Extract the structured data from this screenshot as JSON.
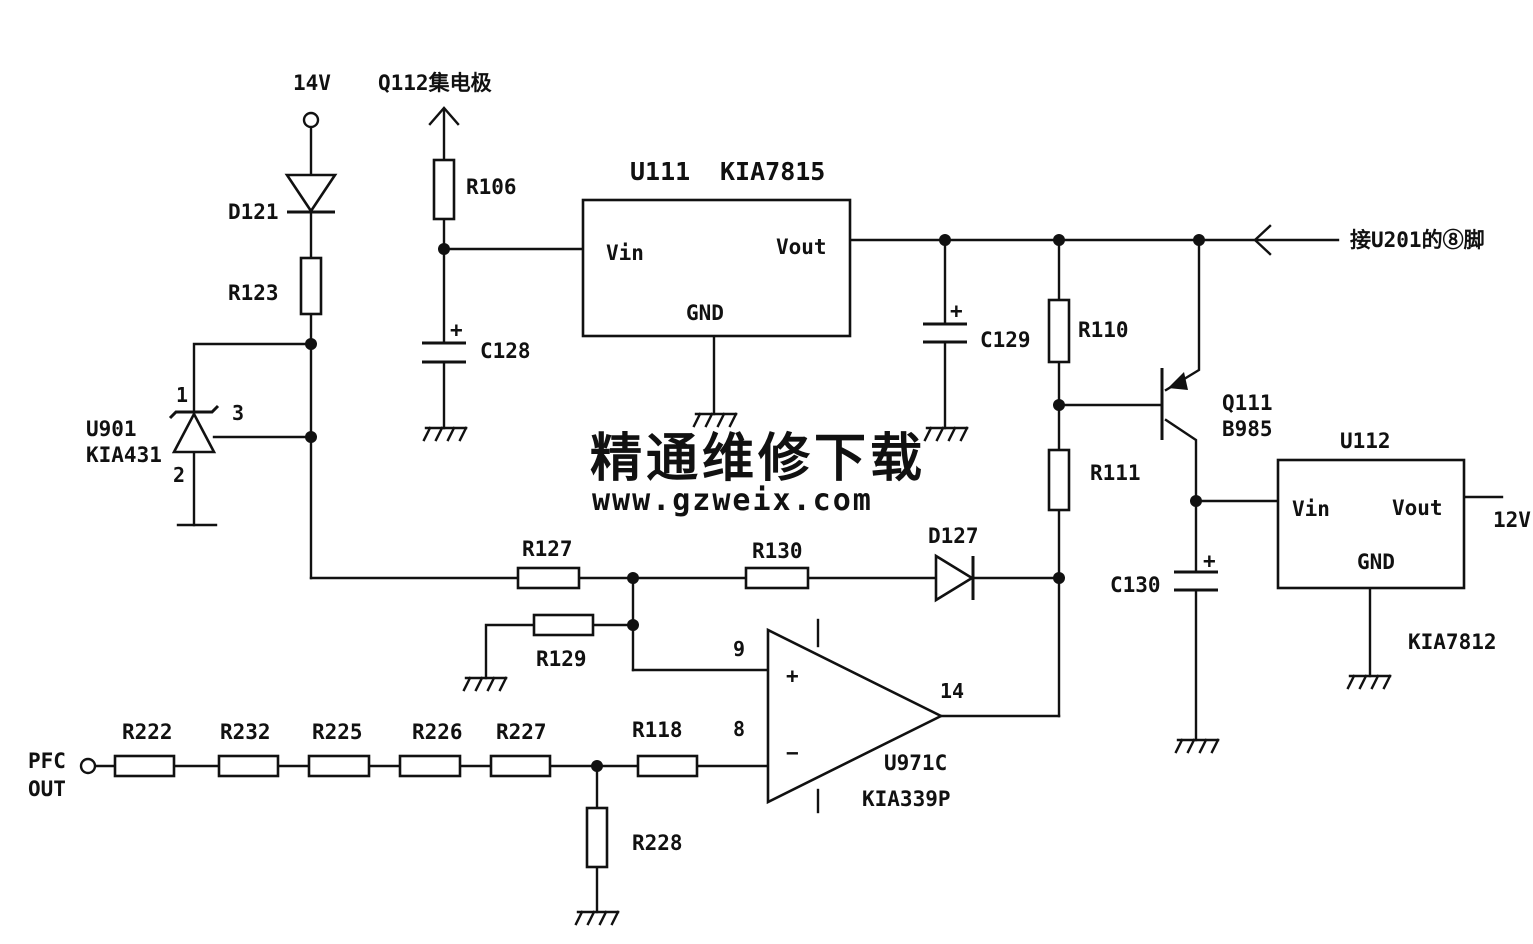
{
  "title": "",
  "watermark": {
    "line1": "精通维修下载",
    "line2": "www.gzweix.com"
  },
  "power_inputs": {
    "v14": "14V",
    "q112_collector": "Q112集电极",
    "u201_pin8": "接U201的⑧脚",
    "pfc_out_line1": "PFC",
    "pfc_out_line2": "OUT",
    "out_12v": "12V"
  },
  "ics": {
    "u111": {
      "ref": "U111",
      "part": "KIA7815",
      "pin_vin": "Vin",
      "pin_vout": "Vout",
      "pin_gnd": "GND"
    },
    "u112": {
      "ref": "U112",
      "part": "KIA7812",
      "pin_vin": "Vin",
      "pin_vout": "Vout",
      "pin_gnd": "GND"
    },
    "u971c": {
      "ref": "U971C",
      "part": "KIA339P",
      "pin_plus": "9",
      "pin_minus": "8",
      "pin_out": "14",
      "sign_plus": "+",
      "sign_minus": "−"
    },
    "u901": {
      "ref": "U901",
      "part": "KIA431",
      "pin1": "1",
      "pin2": "2",
      "pin3": "3"
    }
  },
  "transistor": {
    "ref": "Q111",
    "part": "B985"
  },
  "diodes": {
    "d121": "D121",
    "d127": "D127"
  },
  "capacitors": {
    "c128": "C128",
    "c129": "C129",
    "c130": "C130",
    "polarity": "+"
  },
  "resistors": {
    "r106": "R106",
    "r123": "R123",
    "r110": "R110",
    "r111": "R111",
    "r127": "R127",
    "r130": "R130",
    "r129": "R129",
    "r118": "R118",
    "r228": "R228",
    "r222": "R222",
    "r232": "R232",
    "r225": "R225",
    "r226": "R226",
    "r227": "R227"
  }
}
